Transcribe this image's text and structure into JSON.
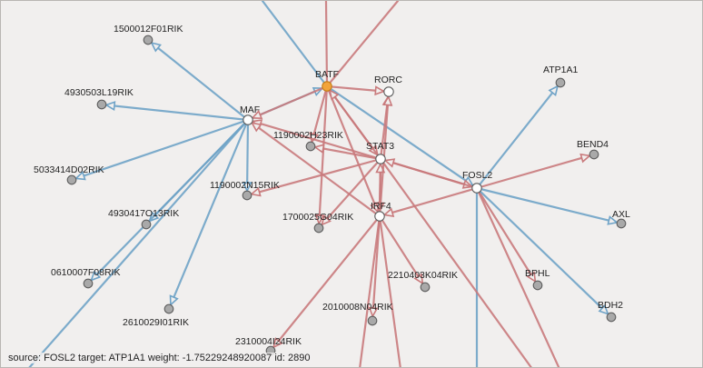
{
  "colors": {
    "activation": "#c97a7c",
    "repression": "#6fa3c7",
    "node_fill": "#a9a9a9",
    "regulator_fill": "#ffffff",
    "selected_fill": "#f2a43a"
  },
  "nodes": [
    {
      "id": "BATF",
      "label": "BATF",
      "kind": "selected"
    },
    {
      "id": "RORC",
      "label": "RORC",
      "kind": "regulator"
    },
    {
      "id": "MAF",
      "label": "MAF",
      "kind": "regulator"
    },
    {
      "id": "STAT3",
      "label": "STAT3",
      "kind": "regulator"
    },
    {
      "id": "FOSL2",
      "label": "FOSL2",
      "kind": "regulator"
    },
    {
      "id": "IRF4",
      "label": "IRF4",
      "kind": "regulator"
    },
    {
      "id": "1500012F01RIK",
      "label": "1500012F01RIK",
      "kind": "target"
    },
    {
      "id": "4930503L19RIK",
      "label": "4930503L19RIK",
      "kind": "target"
    },
    {
      "id": "5033414D02RIK",
      "label": "5033414D02RIK",
      "kind": "target"
    },
    {
      "id": "4930417O13RIK",
      "label": "4930417O13RIK",
      "kind": "target"
    },
    {
      "id": "0610007F08RIK",
      "label": "0610007F08RIK",
      "kind": "target"
    },
    {
      "id": "2610029I01RIK",
      "label": "2610029I01RIK",
      "kind": "target"
    },
    {
      "id": "2310004I24RIK",
      "label": "2310004I24RIK",
      "kind": "target"
    },
    {
      "id": "1190002H23RIK",
      "label": "1190002H23RIK",
      "kind": "target"
    },
    {
      "id": "1190002N15RIK",
      "label": "1190002N15RIK",
      "kind": "target"
    },
    {
      "id": "1700025G04RIK",
      "label": "1700025G04RIK",
      "kind": "target"
    },
    {
      "id": "2210403K04RIK",
      "label": "2210403K04RIK",
      "kind": "target"
    },
    {
      "id": "2010008N04RIK",
      "label": "2010008N04RIK",
      "kind": "target"
    },
    {
      "id": "ATP1A1",
      "label": "ATP1A1",
      "kind": "target"
    },
    {
      "id": "BEND4",
      "label": "BEND4",
      "kind": "target"
    },
    {
      "id": "AXL",
      "label": "AXL",
      "kind": "target"
    },
    {
      "id": "BPHL",
      "label": "BPHL",
      "kind": "target"
    },
    {
      "id": "BDH2",
      "label": "BDH2",
      "kind": "target"
    }
  ],
  "edges": [
    {
      "source": "MAF",
      "target": "1500012F01RIK",
      "sign": "repression"
    },
    {
      "source": "MAF",
      "target": "4930503L19RIK",
      "sign": "repression"
    },
    {
      "source": "MAF",
      "target": "5033414D02RIK",
      "sign": "repression"
    },
    {
      "source": "MAF",
      "target": "4930417O13RIK",
      "sign": "repression"
    },
    {
      "source": "MAF",
      "target": "0610007F08RIK",
      "sign": "repression"
    },
    {
      "source": "MAF",
      "target": "2610029I01RIK",
      "sign": "repression"
    },
    {
      "source": "MAF",
      "target": "1190002N15RIK",
      "sign": "repression"
    },
    {
      "source": "MAF",
      "target": "BATF",
      "sign": "repression"
    },
    {
      "source": "BATF",
      "target": "MAF",
      "sign": "activation"
    },
    {
      "source": "BATF",
      "target": "RORC",
      "sign": "activation"
    },
    {
      "source": "BATF",
      "target": "FOSL2",
      "sign": "repression"
    },
    {
      "source": "BATF",
      "target": "STAT3",
      "sign": "activation"
    },
    {
      "source": "BATF",
      "target": "IRF4",
      "sign": "activation"
    },
    {
      "source": "BATF",
      "target": "1190002H23RIK",
      "sign": "activation"
    },
    {
      "source": "BATF",
      "target": "1700025G04RIK",
      "sign": "activation"
    },
    {
      "source": "STAT3",
      "target": "RORC",
      "sign": "activation"
    },
    {
      "source": "STAT3",
      "target": "MAF",
      "sign": "activation"
    },
    {
      "source": "STAT3",
      "target": "BATF",
      "sign": "activation"
    },
    {
      "source": "STAT3",
      "target": "1190002H23RIK",
      "sign": "activation"
    },
    {
      "source": "STAT3",
      "target": "1190002N15RIK",
      "sign": "activation"
    },
    {
      "source": "STAT3",
      "target": "1700025G04RIK",
      "sign": "activation"
    },
    {
      "source": "STAT3",
      "target": "IRF4",
      "sign": "activation"
    },
    {
      "source": "STAT3",
      "target": "FOSL2",
      "sign": "activation"
    },
    {
      "source": "IRF4",
      "target": "STAT3",
      "sign": "activation"
    },
    {
      "source": "IRF4",
      "target": "RORC",
      "sign": "activation"
    },
    {
      "source": "IRF4",
      "target": "MAF",
      "sign": "activation"
    },
    {
      "source": "IRF4",
      "target": "2210403K04RIK",
      "sign": "activation"
    },
    {
      "source": "IRF4",
      "target": "2010008N04RIK",
      "sign": "activation"
    },
    {
      "source": "IRF4",
      "target": "2310004I24RIK",
      "sign": "activation"
    },
    {
      "source": "FOSL2",
      "target": "IRF4",
      "sign": "activation"
    },
    {
      "source": "FOSL2",
      "target": "STAT3",
      "sign": "activation"
    },
    {
      "source": "FOSL2",
      "target": "ATP1A1",
      "sign": "repression"
    },
    {
      "source": "FOSL2",
      "target": "BEND4",
      "sign": "activation"
    },
    {
      "source": "FOSL2",
      "target": "AXL",
      "sign": "repression"
    },
    {
      "source": "FOSL2",
      "target": "BPHL",
      "sign": "activation"
    },
    {
      "source": "FOSL2",
      "target": "BDH2",
      "sign": "repression"
    }
  ],
  "status_text": "source: FOSL2 target: ATP1A1 weight: -1.75229248920087 id: 2890"
}
